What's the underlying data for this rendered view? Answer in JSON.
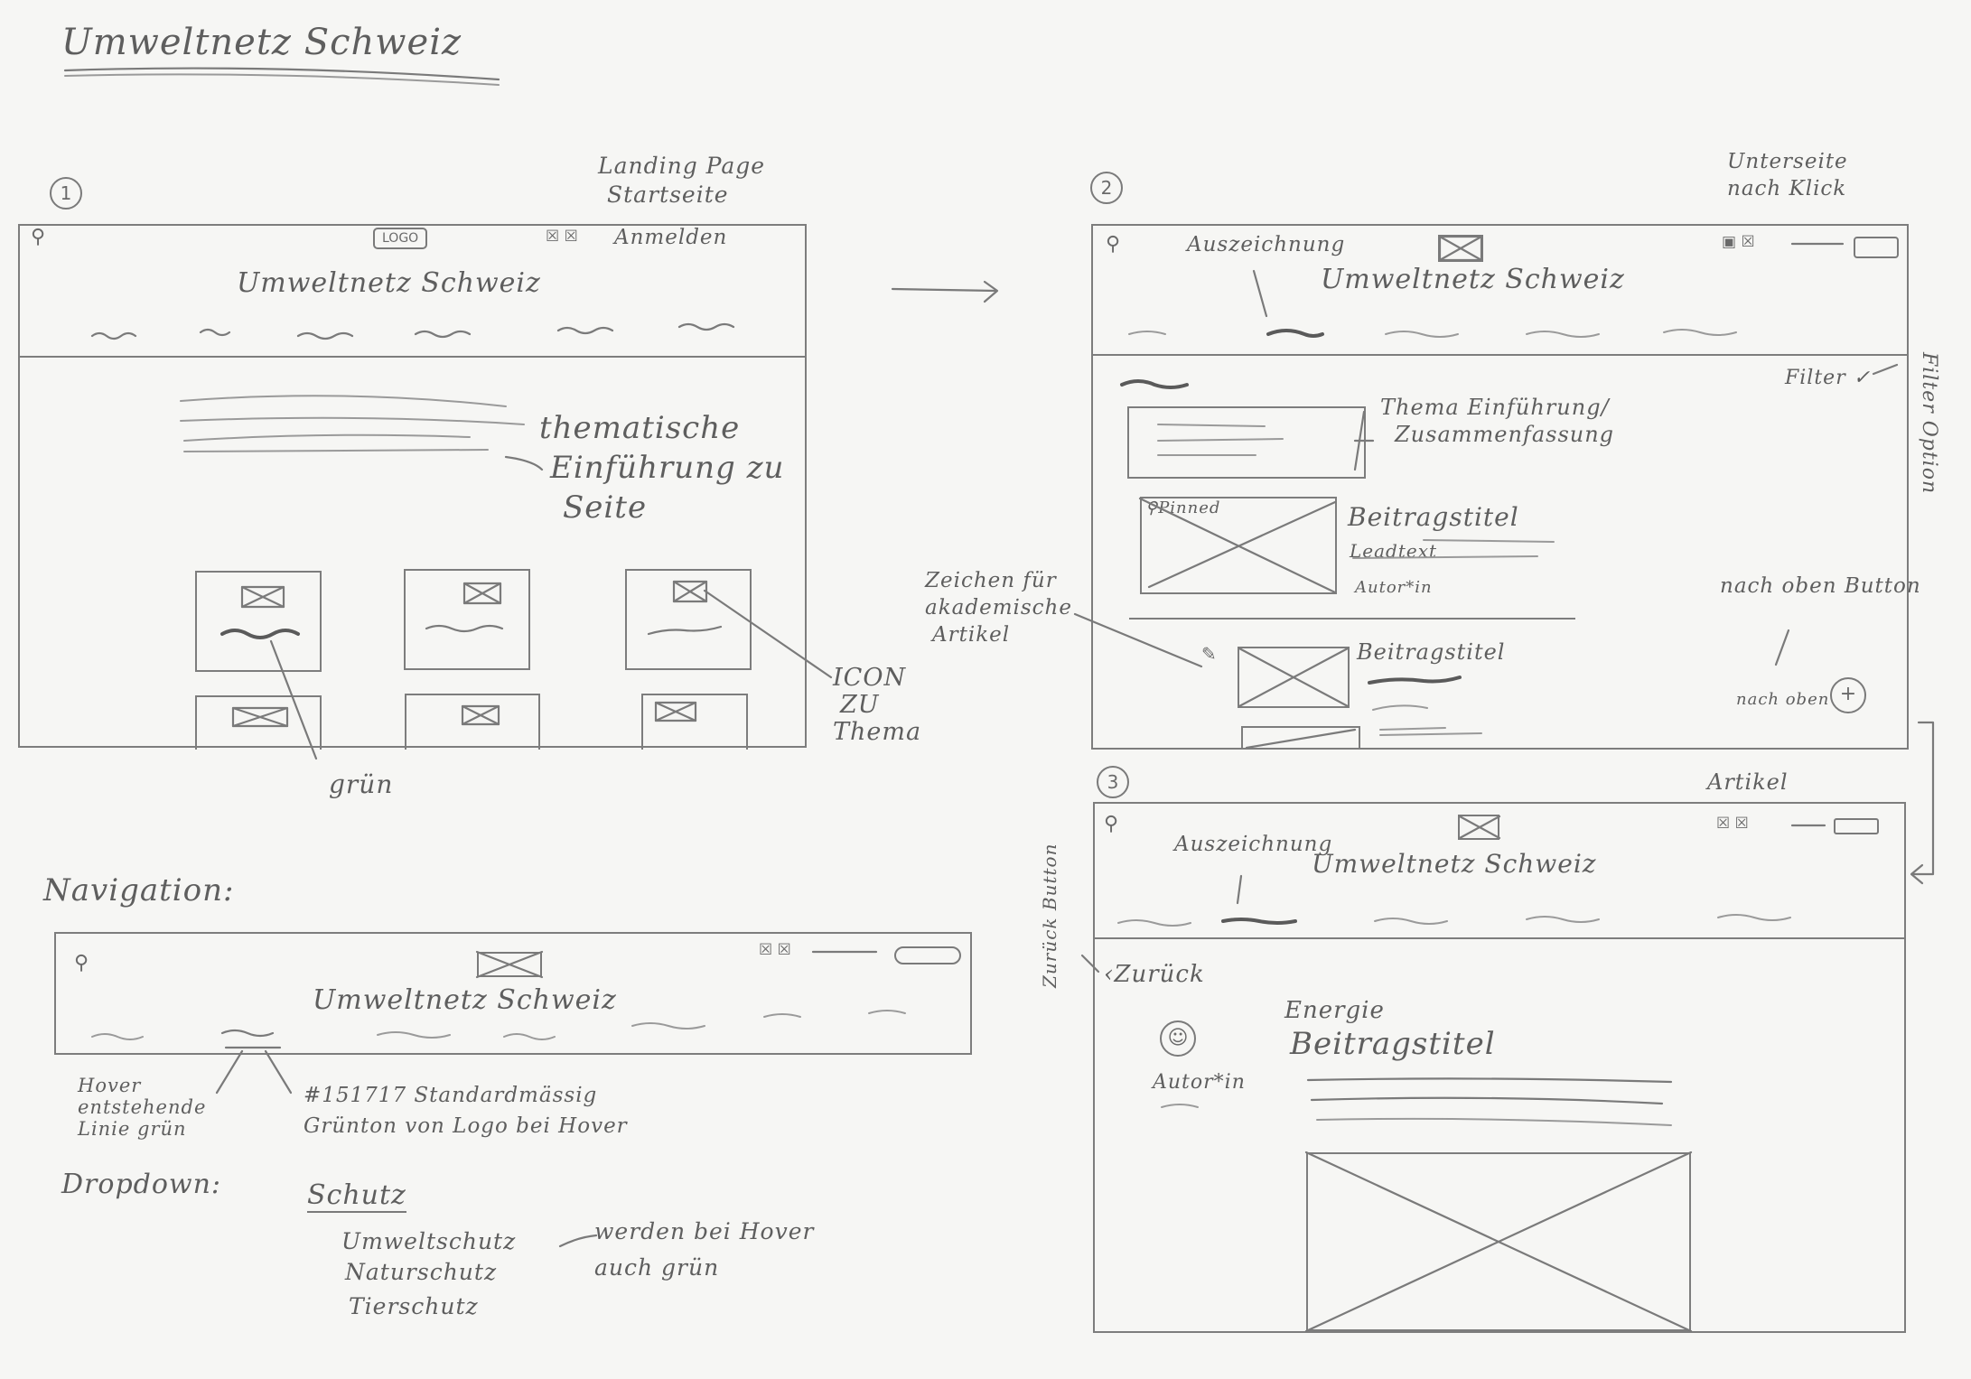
{
  "title": "Umweltnetz Schweiz",
  "frame1": {
    "number": "1",
    "caption_line1": "Landing Page",
    "caption_line2": "Startseite",
    "logo": "LOGO",
    "login": "Anmelden",
    "site_title": "Umweltnetz Schweiz",
    "hero_note_line1": "thematische",
    "hero_note_line2": "Einführung zu",
    "hero_note_line3": "Seite",
    "icon_note_line1": "ICON",
    "icon_note_line2": "ZU",
    "icon_note_line3": "Thema",
    "green_note": "grün"
  },
  "frame2": {
    "number": "2",
    "caption_line1": "Unterseite",
    "caption_line2": "nach Klick",
    "highlight_label": "Auszeichnung",
    "site_title": "Umweltnetz Schweiz",
    "filter": "Filter",
    "filter_note": "Filter Option",
    "intro_note_line1": "Thema Einführung/",
    "intro_note_line2": "Zusammenfassung",
    "pinned": "Pinned",
    "article_title": "Beitragstitel",
    "lead": "Leadtext",
    "author": "Autor*in",
    "article_title_2": "Beitragstitel",
    "academic_note_line1": "Zeichen für",
    "academic_note_line2": "akademische",
    "academic_note_line3": "Artikel",
    "top_button_note": "nach oben Button",
    "top_button_label": "nach oben"
  },
  "frame3": {
    "number": "3",
    "caption": "Artikel",
    "highlight_label": "Auszeichnung",
    "site_title": "Umweltnetz Schweiz",
    "back_note": "Zurück Button",
    "back_label": "Zurück",
    "category": "Energie",
    "article_title": "Beitragstitel",
    "author": "Autor*in"
  },
  "navigation": {
    "heading": "Navigation:",
    "site_title": "Umweltnetz Schweiz",
    "hover_note_line1": "Hover",
    "hover_note_line2": "entstehende",
    "hover_note_line3": "Linie grün",
    "color_note_line1": "#151717 Standardmässig",
    "color_note_line2": "Grünton von Logo bei Hover"
  },
  "dropdown": {
    "heading": "Dropdown:",
    "parent": "Schutz",
    "items": [
      "Umweltschutz",
      "Naturschutz",
      "Tierschutz"
    ],
    "note_line1": "werden bei Hover",
    "note_line2": "auch grün"
  }
}
